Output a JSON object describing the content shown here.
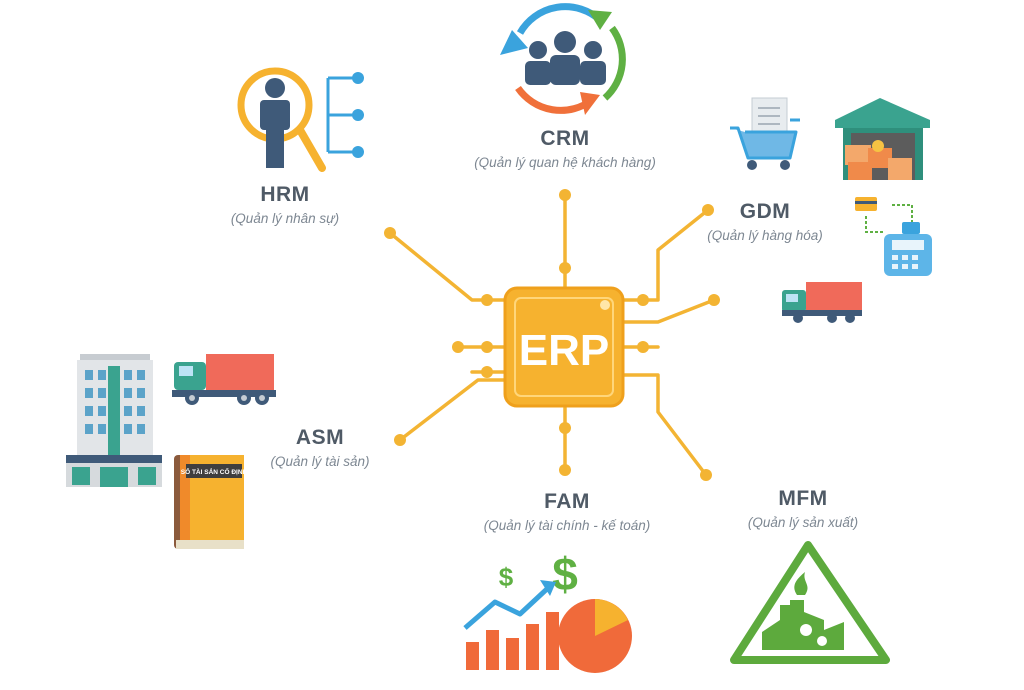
{
  "center": {
    "label": "ERP"
  },
  "modules": {
    "crm": {
      "title": "CRM",
      "subtitle": "(Quản lý quan hệ khách hàng)"
    },
    "hrm": {
      "title": "HRM",
      "subtitle": "(Quản lý nhân sự)"
    },
    "gdm": {
      "title": "GDM",
      "subtitle": "(Quản lý hàng hóa)"
    },
    "asm": {
      "title": "ASM",
      "subtitle": "(Quản lý tài sản)"
    },
    "fam": {
      "title": "FAM",
      "subtitle": "(Quản lý tài chính - kế toán)"
    },
    "mfm": {
      "title": "MFM",
      "subtitle": "(Quản lý sản xuất)"
    }
  },
  "book": {
    "spine_text": "SỔ TÀI SẢN CỐ ĐỊNH"
  },
  "finance": {
    "symbol": "$"
  },
  "colors": {
    "chip": "#f6b22f",
    "chip_border": "#f2a51f",
    "circuit": "#f3b433",
    "text": "#4f5a66",
    "blue": "#3f5a79",
    "green": "#5daa3d",
    "orange": "#f0703a"
  }
}
